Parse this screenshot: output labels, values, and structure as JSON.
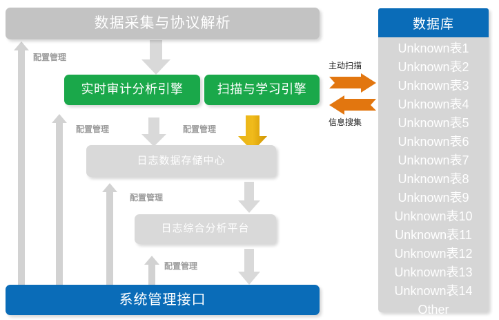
{
  "diagram": {
    "title_bar": {
      "label": "数据采集与协议解析"
    },
    "engines": [
      {
        "id": "realtime-audit-engine",
        "label": "实时审计分析引擎"
      },
      {
        "id": "scan-learning-engine",
        "label": "扫描与学习引擎"
      }
    ],
    "storage": {
      "label": "日志数据存储中心"
    },
    "platform": {
      "label": "日志综合分析平台"
    },
    "bottom_bar": {
      "label": "系统管理接口"
    },
    "config_labels": [
      {
        "id": "config-top-left",
        "label": "配置管理"
      },
      {
        "id": "config-mid-left",
        "label": "配置管理"
      },
      {
        "id": "config-mid-right",
        "label": "配置管理"
      },
      {
        "id": "config-lower",
        "label": "配置管理"
      },
      {
        "id": "config-bottom",
        "label": "配置管理"
      }
    ],
    "exchange_labels": {
      "scan": "主动扫描",
      "collect": "信息搜集"
    },
    "colors": {
      "header_gray": "#c3c3c3",
      "engine_green": "#1aa84a",
      "box_gray": "#d9d9d9",
      "bar_blue": "#0a6cb8",
      "arrow_gray": "#d2d2d2",
      "arrow_gold": "#e5a900",
      "arrow_orange": "#e2760f",
      "panel_gray": "#d6d6d6",
      "label_gray": "#9c9c9c"
    }
  },
  "database_panel": {
    "title": "数据库",
    "items": [
      "Unknown表1",
      "Unknown表2",
      "Unknown表3",
      "Unknown表4",
      "Unknown表5",
      "Unknown表6",
      "Unknown表7",
      "Unknown表8",
      "Unknown表9",
      "Unknown表10",
      "Unknown表11",
      "Unknown表12",
      "Unknown表13",
      "Unknown表14",
      "Other"
    ]
  }
}
